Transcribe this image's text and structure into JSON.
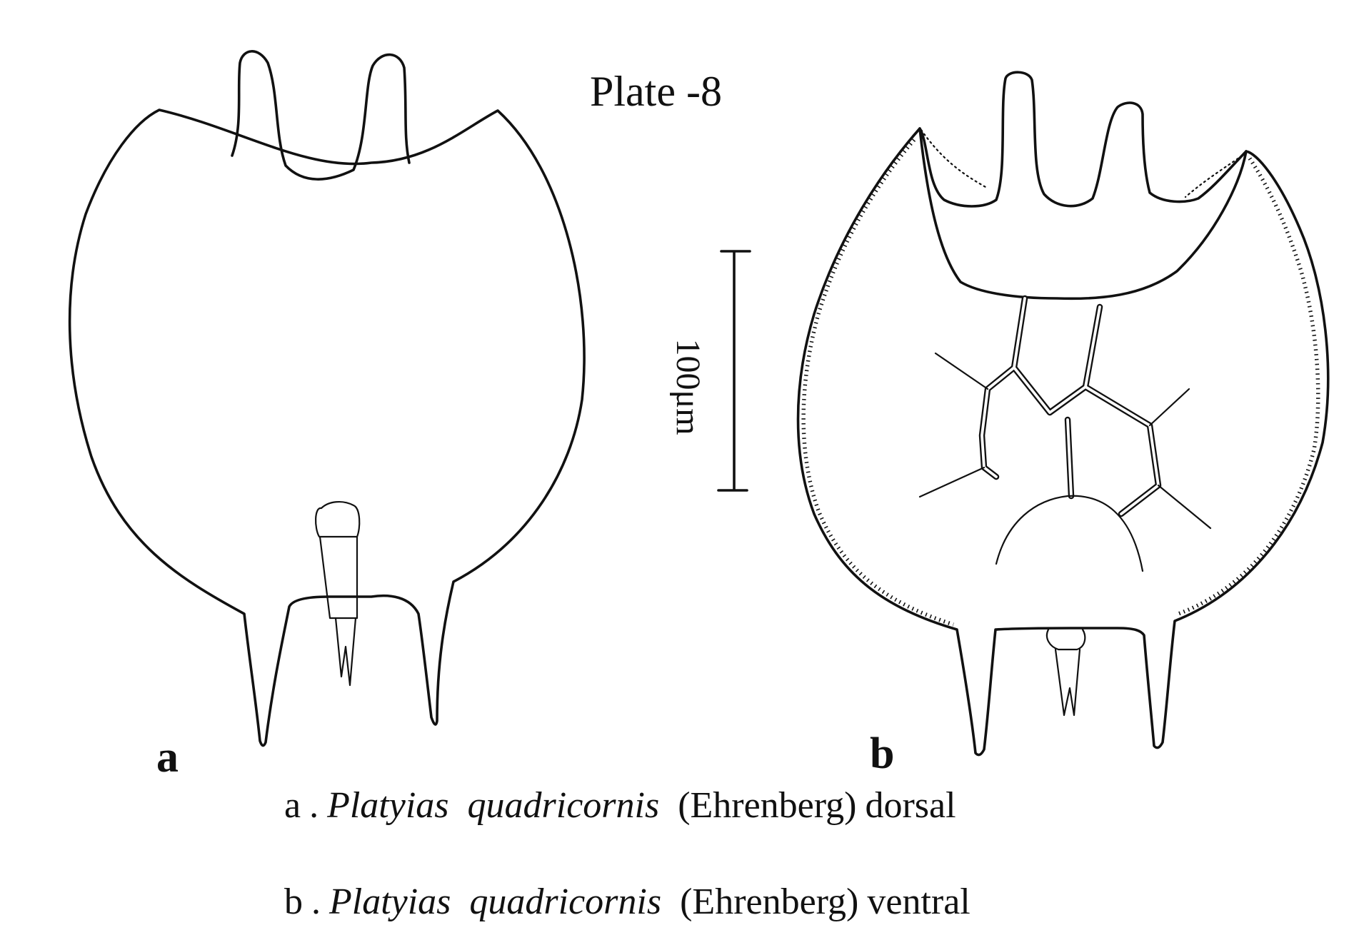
{
  "plate": {
    "title": "Plate -8"
  },
  "scale_bar": {
    "label": "100μm"
  },
  "figures": [
    {
      "letter": "a",
      "caption": {
        "letter": "a",
        "separator": ".",
        "genus": "Platyias",
        "species": "quadricornis",
        "authority": "(Ehrenberg)",
        "view": "dorsal"
      }
    },
    {
      "letter": "b",
      "caption": {
        "letter": "b",
        "separator": ".",
        "genus": "Platyias",
        "species": "quadricornis",
        "authority": "(Ehrenberg)",
        "view": "ventral"
      }
    }
  ]
}
